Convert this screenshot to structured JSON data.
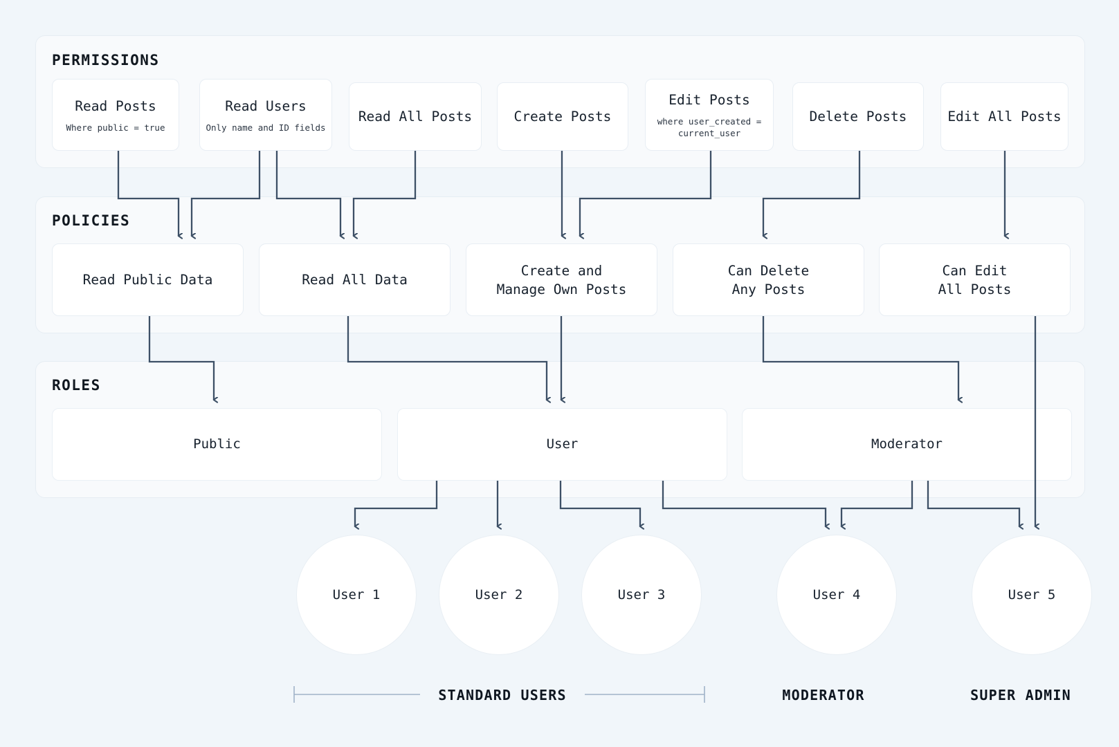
{
  "theme": {
    "background": "#f1f6fa",
    "panel_bg": "#f8fafc",
    "panel_border": "#e6edf3",
    "node_bg": "#ffffff",
    "node_border": "#e8eef4",
    "connector": "#3d5066",
    "text": "#16202c",
    "bracket": "#9fb3c8"
  },
  "sections": {
    "permissions": {
      "title": "PERMISSIONS"
    },
    "policies": {
      "title": "POLICIES"
    },
    "roles": {
      "title": "ROLES"
    }
  },
  "permissions": [
    {
      "title": "Read Posts",
      "subtitle": "Where public = true"
    },
    {
      "title": "Read Users",
      "subtitle": "Only name and ID fields"
    },
    {
      "title": "Read All Posts",
      "subtitle": ""
    },
    {
      "title": "Create Posts",
      "subtitle": ""
    },
    {
      "title": "Edit Posts",
      "subtitle": "where user_created =\ncurrent_user"
    },
    {
      "title": "Delete Posts",
      "subtitle": ""
    },
    {
      "title": "Edit All Posts",
      "subtitle": ""
    }
  ],
  "policies": [
    {
      "title": "Read Public Data"
    },
    {
      "title": "Read All Data"
    },
    {
      "title": "Create and\nManage Own Posts"
    },
    {
      "title": "Can Delete\nAny Posts"
    },
    {
      "title": "Can Edit\nAll Posts"
    }
  ],
  "roles": [
    {
      "title": "Public"
    },
    {
      "title": "User"
    },
    {
      "title": "Moderator"
    }
  ],
  "users": [
    {
      "label": "User 1"
    },
    {
      "label": "User 2"
    },
    {
      "label": "User 3"
    },
    {
      "label": "User 4"
    },
    {
      "label": "User 5"
    }
  ],
  "group_labels": [
    {
      "label": "STANDARD USERS",
      "bracketed": true
    },
    {
      "label": "MODERATOR",
      "bracketed": false
    },
    {
      "label": "SUPER ADMIN",
      "bracketed": false
    }
  ]
}
